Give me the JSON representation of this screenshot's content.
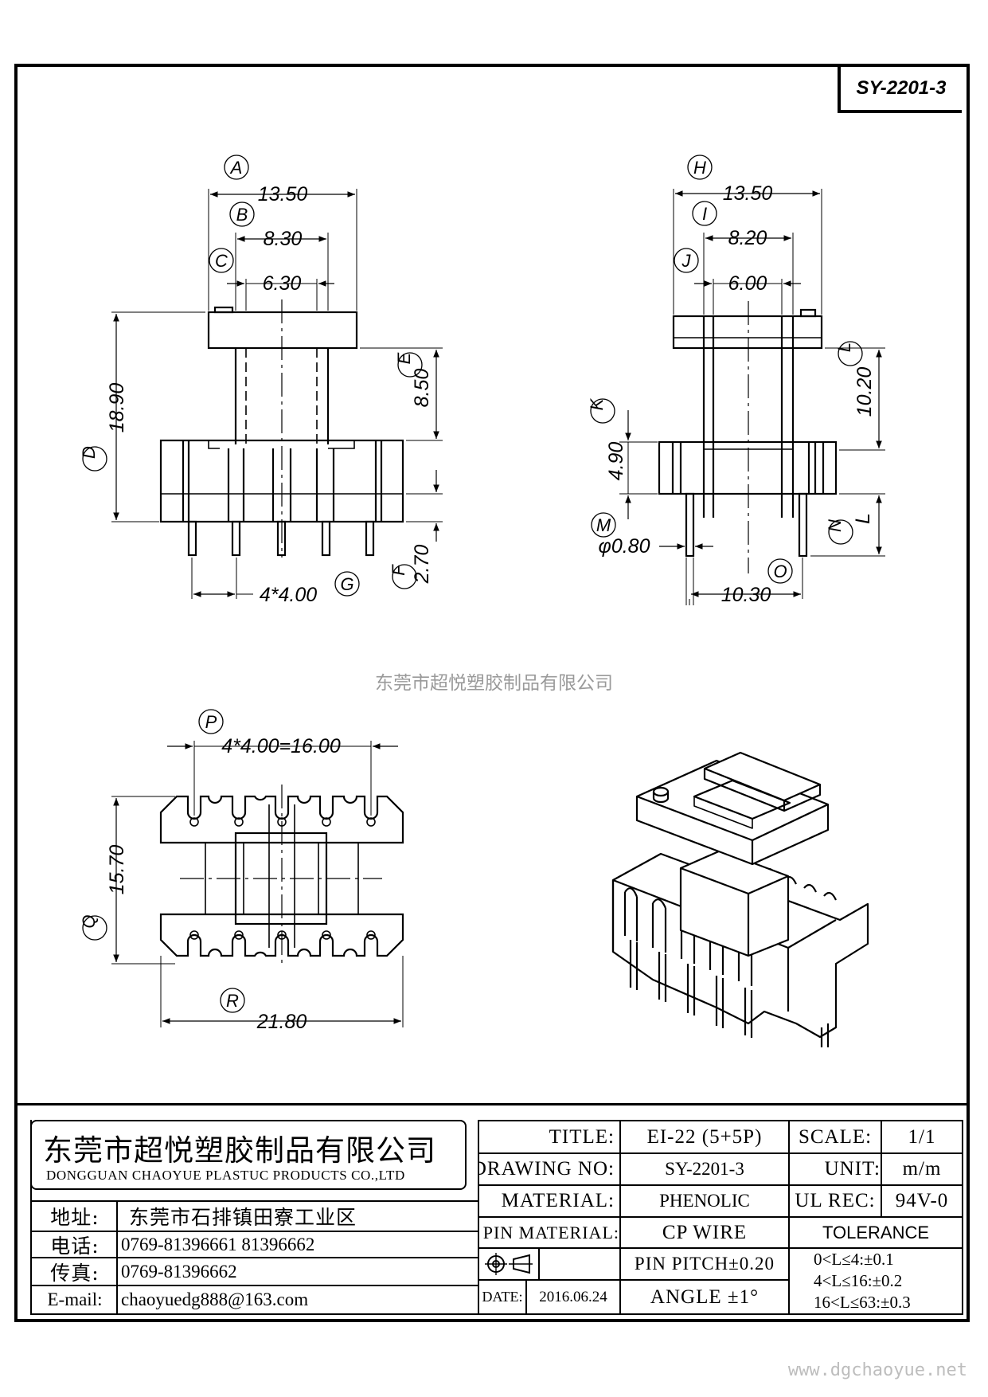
{
  "drawing_code": "SY-2201-3",
  "watermark": "东莞市超悦塑胶制品有限公司",
  "website": "www.dgchaoyue.net",
  "front_view": {
    "labels": {
      "A": "A",
      "B": "B",
      "C": "C",
      "D": "D",
      "E": "E",
      "F": "F",
      "G": "G"
    },
    "dims": {
      "A": "13.50",
      "B": "8.30",
      "C": "6.30",
      "D": "18.90",
      "E": "8.50",
      "F": "2.70",
      "G": "4*4.00"
    }
  },
  "side_view": {
    "labels": {
      "H": "H",
      "I": "I",
      "J": "J",
      "K": "K",
      "L": "L",
      "M": "M",
      "N": "N",
      "O": "O"
    },
    "dims": {
      "H": "13.50",
      "I": "8.20",
      "J": "6.00",
      "K": "4.90",
      "L": "10.20",
      "M": "φ0.80",
      "N": "L",
      "O": "10.30"
    }
  },
  "bottom_view": {
    "labels": {
      "P": "P",
      "Q": "Q",
      "R": "R"
    },
    "dims": {
      "P": "4*4.00=16.00",
      "Q": "15.70",
      "R": "21.80"
    }
  },
  "title_block": {
    "company_cn": "东莞市超悦塑胶制品有限公司",
    "company_en": "DONGGUAN CHAOYUE PLASTUC PRODUCTS CO.,LTD",
    "address_label": "地址:",
    "address_value": "东莞市石排镇田寮工业区",
    "phone_label": "电话:",
    "phone_value": "0769-81396661   81396662",
    "fax_label": "传真:",
    "fax_value": "0769-81396662",
    "email_label": "E-mail:",
    "email_value": "chaoyuedg888@163.com",
    "title_label": "TITLE:",
    "title_value": "EI-22 (5+5P)",
    "drawing_no_label": "DRAWING NO:",
    "drawing_no_value": "SY-2201-3",
    "material_label": "MATERIAL:",
    "material_value": "PHENOLIC",
    "pin_material_label": "PIN MATERIAL:",
    "pin_material_value": "CP WIRE",
    "pin_pitch": "PIN PITCH±0.20",
    "date_label": "DATE:",
    "date_value": "2016.06.24",
    "angle": "ANGLE  ±1°",
    "scale_label": "SCALE:",
    "scale_value": "1/1",
    "unit_label": "UNIT:",
    "unit_value": "m/m",
    "ul_rec_label": "UL REC:",
    "ul_rec_value": "94V-0",
    "tolerance_title": "TOLERANCE",
    "tolerance_lines": [
      "0<L≤4:±0.1",
      "4<L≤16:±0.2",
      "16<L≤63:±0.3"
    ]
  }
}
